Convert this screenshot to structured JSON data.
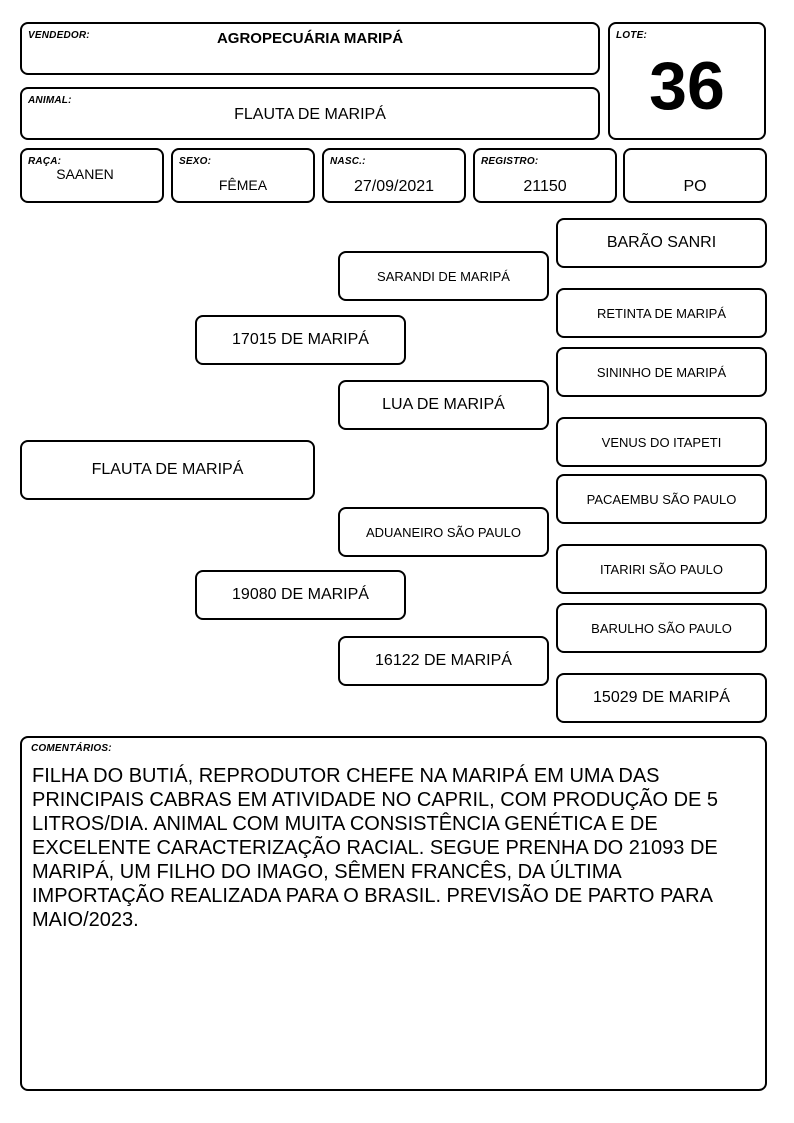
{
  "header": {
    "vendedor_label": "VENDEDOR:",
    "vendedor": "AGROPECUÁRIA MARIPÁ",
    "lote_label": "LOTE:",
    "lote": "36",
    "animal_label": "ANIMAL:",
    "animal": "FLAUTA DE MARIPÁ"
  },
  "info": {
    "raca_label": "RAÇA:",
    "raca": "SAANEN",
    "sexo_label": "SEXO:",
    "sexo": "FÊMEA",
    "nasc_label": "NASC.:",
    "nasc": "27/09/2021",
    "registro_label": "REGISTRO:",
    "registro": "21150",
    "categoria": "PO"
  },
  "pedigree": {
    "animal": "FLAUTA DE MARIPÁ",
    "sire": "17015 DE MARIPÁ",
    "dam": "19080 DE MARIPÁ",
    "sire_sire": "SARANDI DE MARIPÁ",
    "sire_dam": "LUA DE MARIPÁ",
    "dam_sire": "ADUANEIRO SÃO PAULO",
    "dam_dam": "16122 DE MARIPÁ",
    "ggp": [
      "BARÃO SANRI",
      "RETINTA DE MARIPÁ",
      "SININHO DE MARIPÁ",
      "VENUS DO ITAPETI",
      "PACAEMBU SÃO PAULO",
      "ITARIRI SÃO PAULO",
      "BARULHO SÃO PAULO",
      "15029 DE MARIPÁ"
    ]
  },
  "comments": {
    "label": "COMENTÁRIOS:",
    "text": "FILHA DO BUTIÁ, REPRODUTOR CHEFE NA MARIPÁ EM UMA DAS PRINCIPAIS CABRAS EM ATIVIDADE NO CAPRIL, COM PRODUÇÃO DE 5 LITROS/DIA. ANIMAL COM MUITA CONSISTÊNCIA GENÉTICA E DE EXCELENTE CARACTERIZAÇÃO RACIAL. SEGUE PRENHA DO 21093 DE MARIPÁ, UM FILHO DO IMAGO, SÊMEN FRANCÊS, DA ÚLTIMA IMPORTAÇÃO REALIZADA PARA O BRASIL. PREVISÃO DE PARTO PARA MAIO/2023."
  }
}
